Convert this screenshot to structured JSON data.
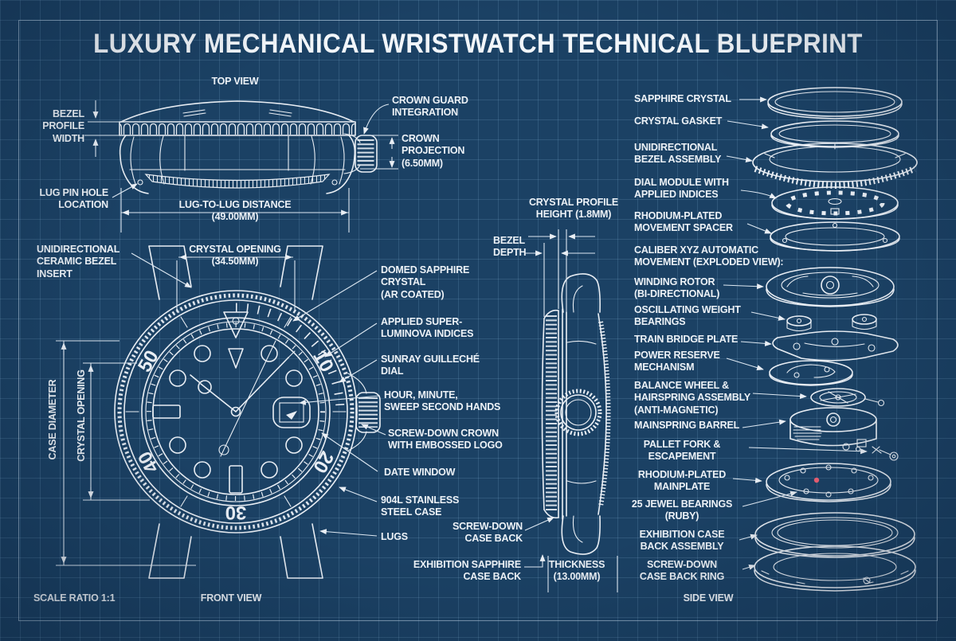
{
  "title": "LUXURY MECHANICAL WRISTWATCH TECHNICAL BLUEPRINT",
  "colors": {
    "background": "#1b4164",
    "grid": "#6f9cc2",
    "line": "#e9eef4",
    "text": "#edf2f7",
    "ruby_jewel": "#ef6073"
  },
  "views": {
    "top": {
      "heading": "TOP VIEW",
      "labels": {
        "bezel_profile_width": "BEZEL\nPROFILE\nWIDTH",
        "lug_pin_hole": "LUG PIN HOLE\nLOCATION",
        "lug_to_lug": "LUG-TO-LUG DISTANCE\n(49.00MM)",
        "crown_guard": "CROWN GUARD\nINTEGRATION",
        "crown_projection": "CROWN\nPROJECTION\n(6.50MM)"
      }
    },
    "front": {
      "heading": "FRONT VIEW",
      "bezel_numerals": [
        "10",
        "20",
        "30",
        "40",
        "50"
      ],
      "labels": {
        "bezel_insert": "UNIDIRECTIONAL\nCERAMIC BEZEL\nINSERT",
        "crystal_opening_h": "CRYSTAL OPENING\n(34.50MM)",
        "case_diameter_v": "CASE DIAMETER",
        "crystal_opening_v": "CRYSTAL OPENING",
        "domed_crystal": "DOMED SAPPHIRE\nCRYSTAL\n(AR COATED)",
        "indices": "APPLIED SUPER-\nLUMINOVA INDICES",
        "dial": "SUNRAY GUILLECHÉ\nDIAL",
        "hands": "HOUR, MINUTE,\nSWEEP SECOND HANDS",
        "crown": "SCREW-DOWN CROWN\nWITH EMBOSSED LOGO",
        "date_window": "DATE WINDOW",
        "case": "904L STAINLESS\nSTEEL CASE",
        "lugs": "LUGS"
      }
    },
    "side": {
      "heading": "SIDE VIEW",
      "labels": {
        "crystal_profile": "CRYSTAL PROFILE\nHEIGHT (1.8MM)",
        "bezel_depth": "BEZEL\nDEPTH",
        "case_back": "SCREW-DOWN\nCASE BACK",
        "exhibition_back": "EXHIBITION SAPPHIRE\nCASE BACK",
        "thickness": "THICKNESS\n(13.00MM)"
      }
    },
    "exploded": {
      "labels": {
        "sapphire_crystal": "SAPPHIRE CRYSTAL",
        "crystal_gasket": "CRYSTAL GASKET",
        "bezel_assembly": "UNIDIRECTIONAL\nBEZEL ASSEMBLY",
        "dial_module": "DIAL MODULE WITH\nAPPLIED INDICES",
        "movement_spacer": "RHODIUM-PLATED\nMOVEMENT SPACER",
        "caliber_heading": "CALIBER XYZ AUTOMATIC\nMOVEMENT (EXPLODED VIEW):",
        "winding_rotor": "WINDING ROTOR\n(BI-DIRECTIONAL)",
        "weight_bearings": "OSCILLATING WEIGHT\nBEARINGS",
        "train_bridge": "TRAIN BRIDGE PLATE",
        "power_reserve": "POWER RESERVE\nMECHANISM",
        "balance_wheel": "BALANCE WHEEL &\nHAIRSPRING ASSEMBLY\n(ANTI-MAGNETIC)",
        "mainspring_barrel": "MAINSPRING BARREL",
        "pallet_fork": "PALLET FORK &\nESCAPEMENT",
        "mainplate": "RHODIUM-PLATED\nMAINPLATE",
        "jewel_bearings": "25 JEWEL BEARINGS\n(RUBY)",
        "case_back_assembly": "EXHIBITION CASE\nBACK ASSEMBLY",
        "case_back_ring": "SCREW-DOWN\nCASE BACK RING"
      }
    }
  },
  "footer": {
    "scale_ratio": "SCALE RATIO 1:1"
  }
}
